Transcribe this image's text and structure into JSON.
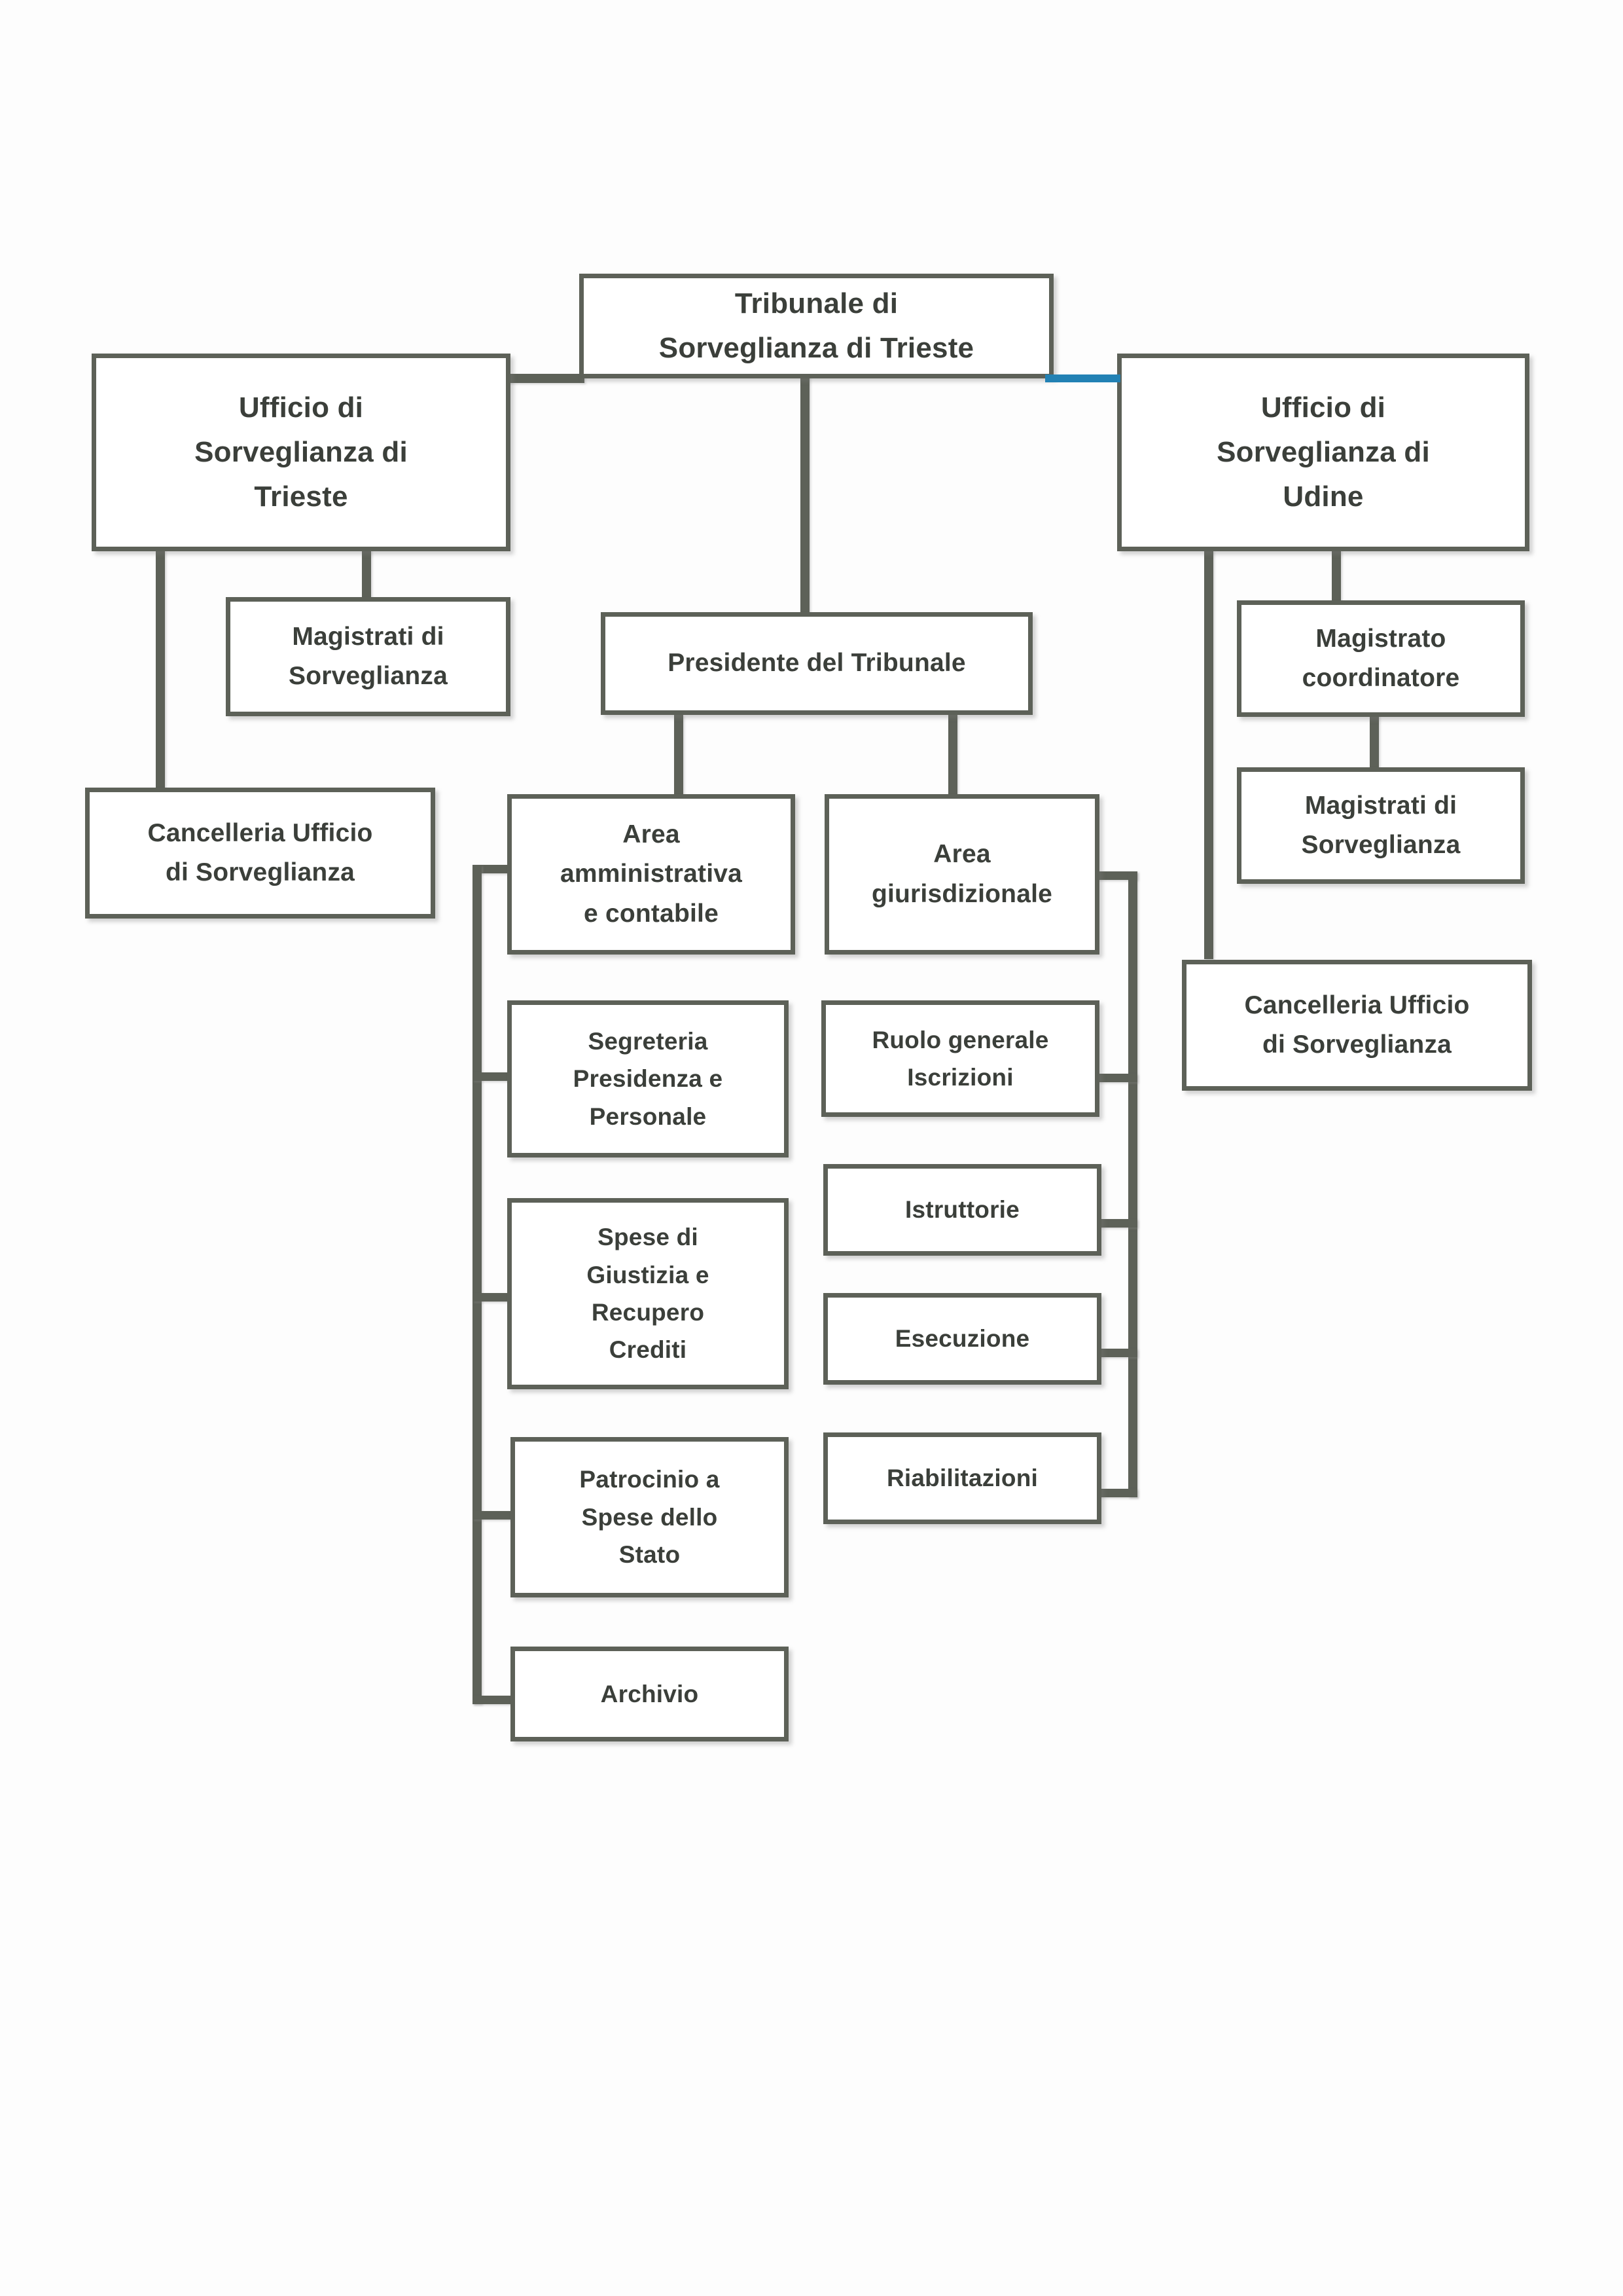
{
  "document": {
    "type": "organizational-chart",
    "language": "it",
    "title": "Organigramma Tribunale di Sorveglianza di Trieste"
  },
  "colors": {
    "box_border": "#5d6158",
    "box_fill": "#ffffff",
    "text": "#3b3f3a",
    "connector": "#5d6158",
    "highlight_connector": "#2281b4",
    "page_background": "#ffffff"
  },
  "nodes": {
    "root": {
      "label": "Tribunale di Sorveglianza di Trieste",
      "lines": [
        "Tribunale di",
        "Sorveglianza di Trieste"
      ]
    },
    "ufficio_trieste": {
      "label": "Ufficio di Sorveglianza di Trieste",
      "lines": [
        "Ufficio di",
        "Sorveglianza di",
        "Trieste"
      ]
    },
    "ufficio_udine": {
      "label": "Ufficio di Sorveglianza di Udine",
      "lines": [
        "Ufficio di",
        "Sorveglianza di",
        "Udine"
      ]
    },
    "magistrati_trieste": {
      "label": "Magistrati di Sorveglianza",
      "lines": [
        "Magistrati di",
        "Sorveglianza"
      ]
    },
    "cancelleria_trieste": {
      "label": "Cancelleria Ufficio di Sorveglianza",
      "lines": [
        "Cancelleria Ufficio",
        "di Sorveglianza"
      ]
    },
    "presidente": {
      "label": "Presidente del Tribunale",
      "lines": [
        "Presidente del Tribunale"
      ]
    },
    "area_amministrativa": {
      "label": "Area amministrativa e contabile",
      "lines": [
        "Area",
        "amministrativa",
        "e contabile"
      ]
    },
    "area_giurisdizionale": {
      "label": "Area giurisdizionale",
      "lines": [
        "Area",
        "giurisdizionale"
      ]
    },
    "magistrato_coordinatore": {
      "label": "Magistrato coordinatore",
      "lines": [
        "Magistrato",
        "coordinatore"
      ]
    },
    "magistrati_udine": {
      "label": "Magistrati di Sorveglianza",
      "lines": [
        "Magistrati di",
        "Sorveglianza"
      ]
    },
    "cancelleria_udine": {
      "label": "Cancelleria Ufficio di Sorveglianza",
      "lines": [
        "Cancelleria Ufficio",
        "di Sorveglianza"
      ]
    }
  },
  "area_amministrativa_children": [
    {
      "label": "Segreteria Presidenza e Personale",
      "lines": [
        "Segreteria",
        "Presidenza e",
        "Personale"
      ]
    },
    {
      "label": "Spese di Giustizia e Recupero Crediti",
      "lines": [
        "Spese di",
        "Giustizia e",
        "Recupero",
        "Crediti"
      ]
    },
    {
      "label": "Patrocinio a Spese dello Stato",
      "lines": [
        "Patrocinio a",
        "Spese dello",
        "Stato"
      ]
    },
    {
      "label": "Archivio",
      "lines": [
        "Archivio"
      ]
    }
  ],
  "area_giurisdizionale_children": [
    {
      "label": "Ruolo generale Iscrizioni",
      "lines": [
        "Ruolo generale",
        "Iscrizioni"
      ]
    },
    {
      "label": "Istruttorie",
      "lines": [
        "Istruttorie"
      ]
    },
    {
      "label": "Esecuzione",
      "lines": [
        "Esecuzione"
      ]
    },
    {
      "label": "Riabilitazioni",
      "lines": [
        "Riabilitazioni"
      ]
    }
  ],
  "edges": [
    {
      "from": "root",
      "to": "ufficio_trieste",
      "style": "grey"
    },
    {
      "from": "root",
      "to": "ufficio_udine",
      "style": "blue-highlight"
    },
    {
      "from": "root",
      "to": "presidente",
      "style": "grey"
    },
    {
      "from": "ufficio_trieste",
      "to": "magistrati_trieste",
      "style": "grey"
    },
    {
      "from": "ufficio_trieste",
      "to": "cancelleria_trieste",
      "style": "grey"
    },
    {
      "from": "presidente",
      "to": "area_amministrativa",
      "style": "grey"
    },
    {
      "from": "presidente",
      "to": "area_giurisdizionale",
      "style": "grey"
    },
    {
      "from": "ufficio_udine",
      "to": "magistrato_coordinatore",
      "style": "grey"
    },
    {
      "from": "magistrato_coordinatore",
      "to": "magistrati_udine",
      "style": "grey"
    },
    {
      "from": "ufficio_udine",
      "to": "cancelleria_udine",
      "style": "grey"
    },
    {
      "from": "area_amministrativa",
      "to": "Segreteria Presidenza e Personale",
      "style": "grey-bracket"
    },
    {
      "from": "area_amministrativa",
      "to": "Spese di Giustizia e Recupero Crediti",
      "style": "grey-bracket"
    },
    {
      "from": "area_amministrativa",
      "to": "Patrocinio a Spese dello Stato",
      "style": "grey-bracket"
    },
    {
      "from": "area_amministrativa",
      "to": "Archivio",
      "style": "grey-bracket"
    },
    {
      "from": "area_giurisdizionale",
      "to": "Ruolo generale Iscrizioni",
      "style": "grey-bracket"
    },
    {
      "from": "area_giurisdizionale",
      "to": "Istruttorie",
      "style": "grey-bracket"
    },
    {
      "from": "area_giurisdizionale",
      "to": "Esecuzione",
      "style": "grey-bracket"
    },
    {
      "from": "area_giurisdizionale",
      "to": "Riabilitazioni",
      "style": "grey-bracket"
    }
  ]
}
